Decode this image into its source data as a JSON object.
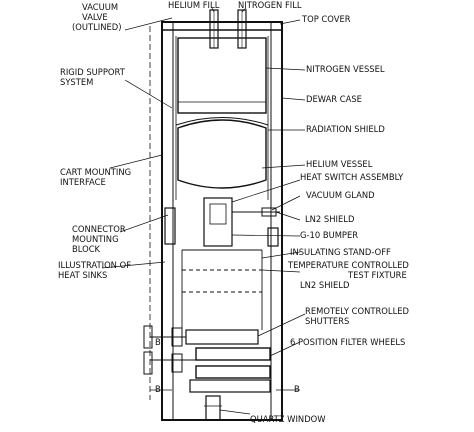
{
  "diagram": {
    "labels": {
      "vacuum_valve": "VACUUM VALVE (OUTLINED)",
      "helium_fill": "HELIUM FILL",
      "nitrogen_fill": "NITROGEN FILL",
      "top_cover": "TOP COVER",
      "rigid_support": "RIGID SUPPORT SYSTEM",
      "nitrogen_vessel": "NITROGEN VESSEL",
      "dewar_case": "DEWAR CASE",
      "radiation_shield": "RADIATION SHIELD",
      "cart_mounting": "CART MOUNTING INTERFACE",
      "helium_vessel": "HELIUM VESSEL",
      "heat_switch": "HEAT SWITCH ASSEMBLY",
      "vacuum_gland": "VACUUM GLAND",
      "ln2_shield_1": "LN2 SHIELD",
      "g10_bumper": "G-10 BUMPER",
      "connector_block": "CONNECTOR MOUNTING BLOCK",
      "insulating_standoff": "INSULATING STAND-OFF",
      "illustration_heat_sinks": "ILLUSTRATION OF HEAT SINKS",
      "temp_test_fixture": "TEMPERATURE CONTROLLED TEST FIXTURE",
      "ln2_shield_2": "LN2 SHIELD",
      "remote_shutters": "REMOTELY CONTROLLED SHUTTERS",
      "filter_wheels": "6 POSITION FILTER WHEELS",
      "quartz_window": "QUARTZ WINDOW",
      "section_mark": "B"
    }
  }
}
